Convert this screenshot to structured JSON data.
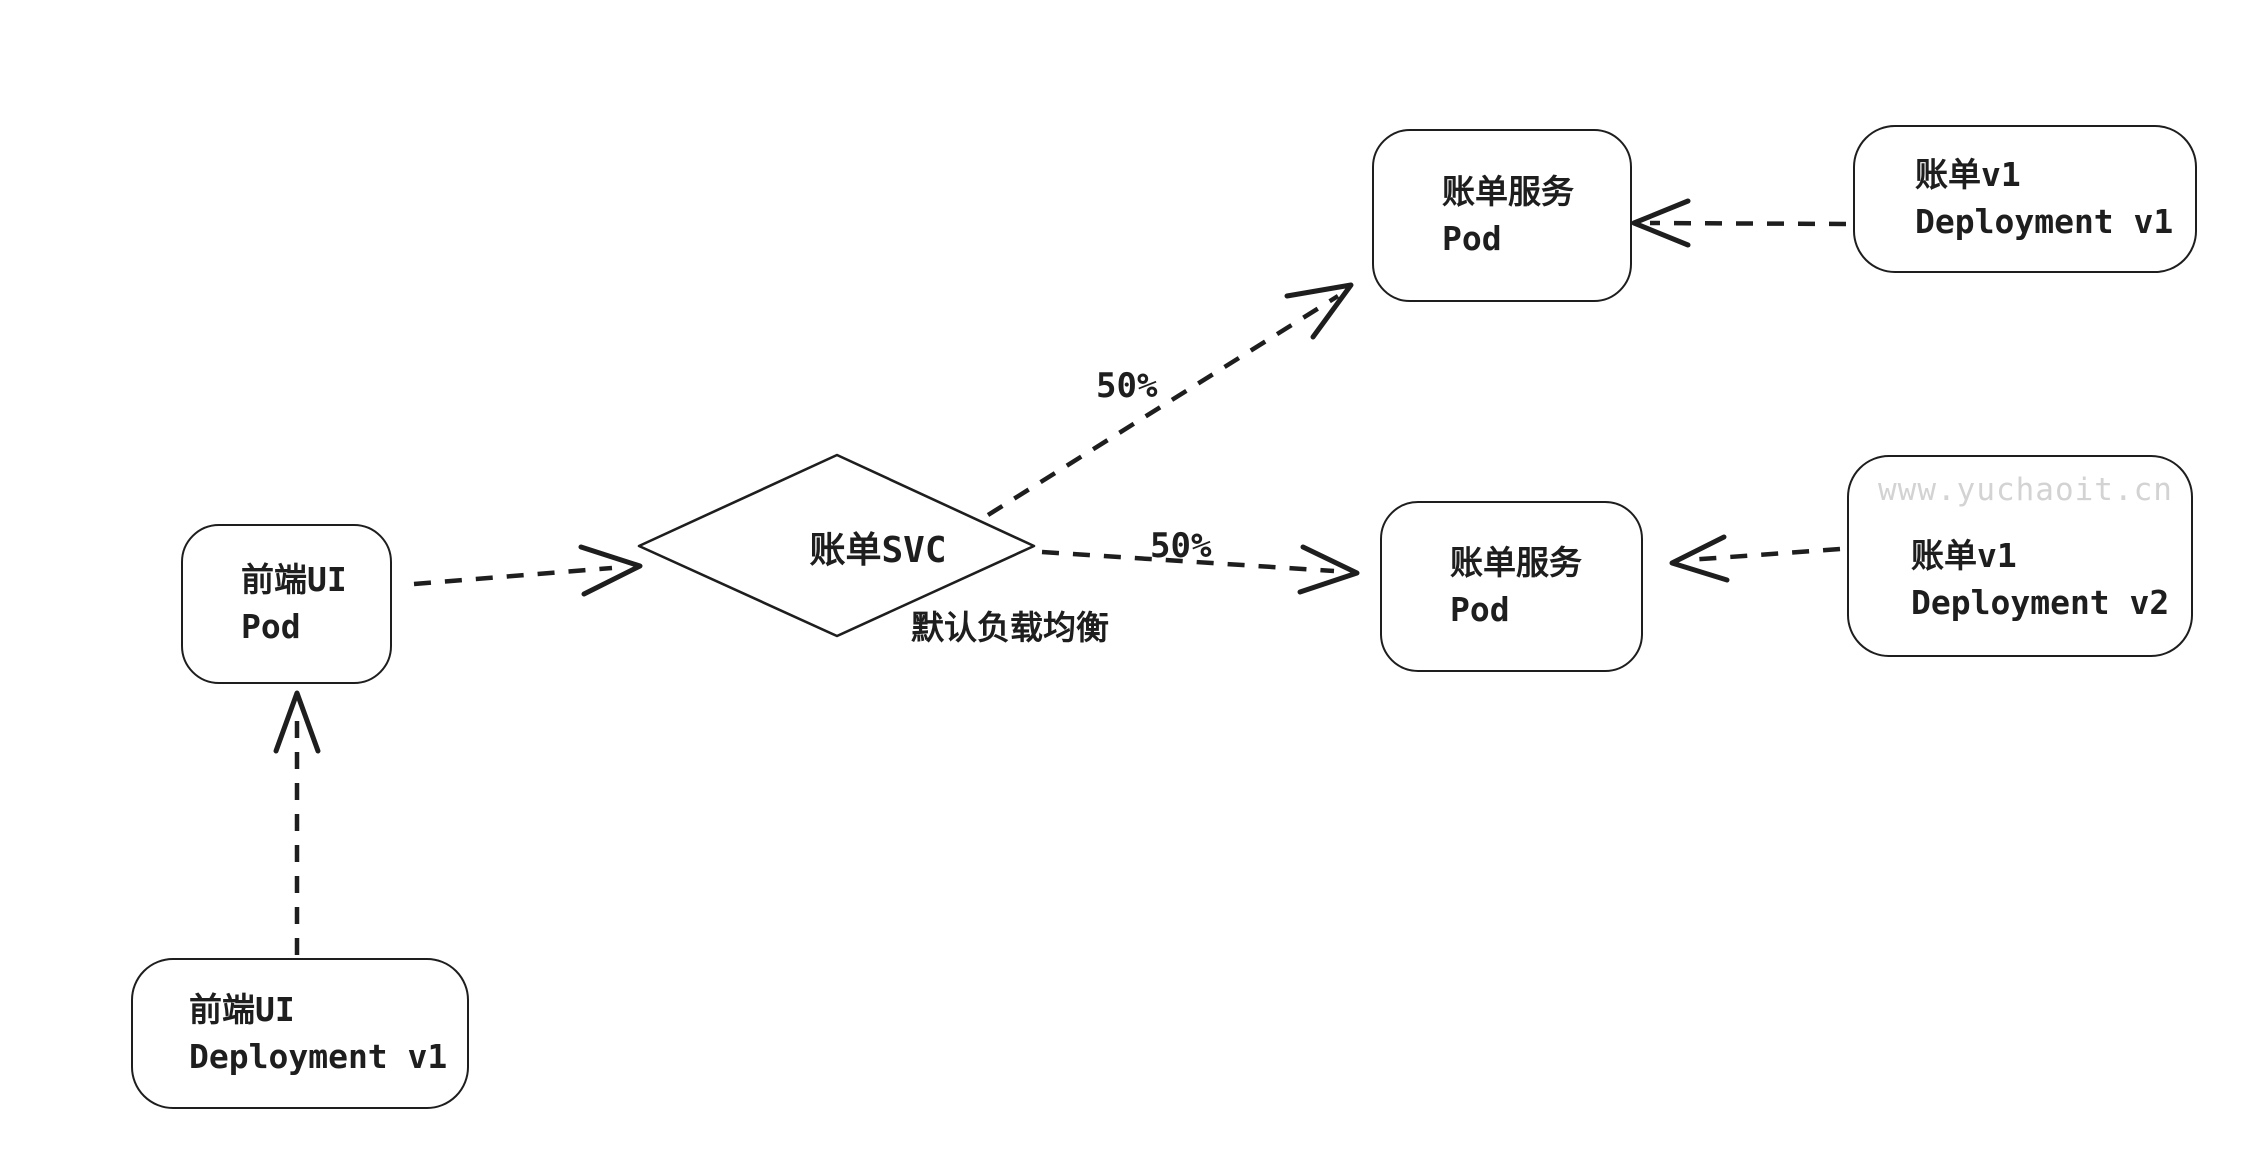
{
  "diagram": {
    "watermark": "www.yuchaoit.cn",
    "colors": {
      "stroke": "#1e1e1e",
      "text": "#1e1e1e",
      "watermark": "#d3d3d3",
      "background": "#ffffff"
    },
    "nodes": {
      "frontend_pod": {
        "type": "pod",
        "lines": [
          "前端UI",
          "Pod"
        ]
      },
      "frontend_deployment_v1": {
        "type": "deployment",
        "lines": [
          "前端UI",
          "Deployment v1"
        ]
      },
      "billing_svc": {
        "type": "service",
        "label": "账单SVC",
        "note": "默认负载均衡"
      },
      "billing_pod_top": {
        "type": "pod",
        "lines": [
          "账单服务",
          "Pod"
        ]
      },
      "billing_pod_bottom": {
        "type": "pod",
        "lines": [
          "账单服务",
          "Pod"
        ]
      },
      "billing_deployment_v1": {
        "type": "deployment",
        "lines": [
          "账单v1",
          "Deployment v1"
        ]
      },
      "billing_deployment_v2": {
        "type": "deployment",
        "lines": [
          "账单v1",
          "Deployment v2"
        ]
      }
    },
    "edges": [
      {
        "from": "frontend_deployment_v1",
        "to": "frontend_pod",
        "label": ""
      },
      {
        "from": "frontend_pod",
        "to": "billing_svc",
        "label": ""
      },
      {
        "from": "billing_svc",
        "to": "billing_pod_top",
        "label": "50%"
      },
      {
        "from": "billing_svc",
        "to": "billing_pod_bottom",
        "label": "50%"
      },
      {
        "from": "billing_deployment_v1",
        "to": "billing_pod_top",
        "label": ""
      },
      {
        "from": "billing_deployment_v2",
        "to": "billing_pod_bottom",
        "label": ""
      }
    ]
  }
}
